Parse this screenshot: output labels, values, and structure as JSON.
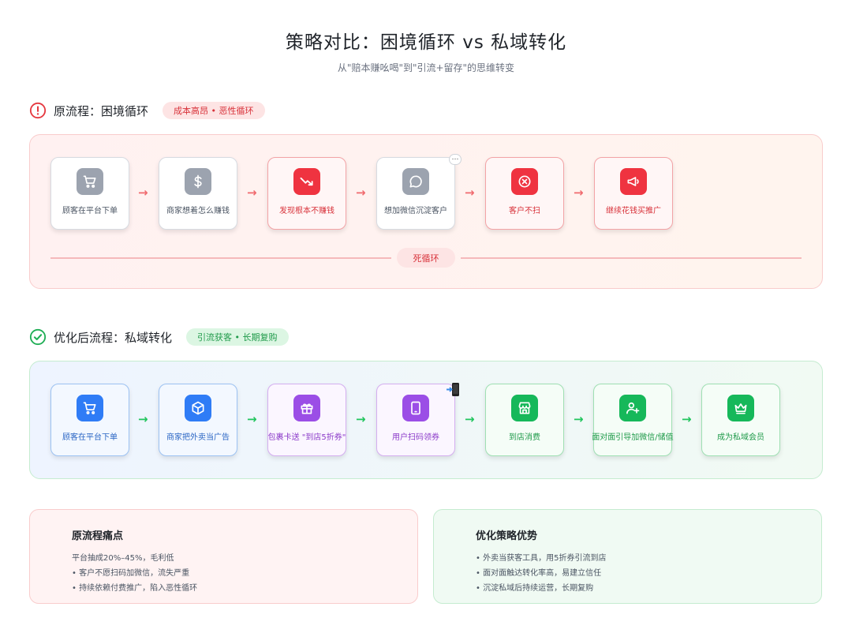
{
  "header": {
    "title": "策略对比：困境循环 vs 私域转化",
    "subtitle": "从\"赔本赚吆喝\"到\"引流+留存\"的思维转变"
  },
  "original": {
    "title": "原流程：困境循环",
    "tag": "成本高昂 • 恶性循环",
    "loop_label": "死循环",
    "nodes": [
      {
        "label": "顾客在平台下单",
        "icon": "cart-icon",
        "style": "gray"
      },
      {
        "label": "商家想着怎么赚钱",
        "icon": "dollar-icon",
        "style": "gray"
      },
      {
        "label": "发现根本不赚钱",
        "icon": "trend-down-icon",
        "style": "red"
      },
      {
        "label": "想加微信沉淀客户",
        "icon": "chat-icon",
        "style": "gray"
      },
      {
        "label": "客户不扫",
        "icon": "x-circle-icon",
        "style": "red"
      },
      {
        "label": "继续花钱买推广",
        "icon": "megaphone-icon",
        "style": "red"
      }
    ],
    "bubble": "…"
  },
  "optimized": {
    "title": "优化后流程：私域转化",
    "tag": "引流获客 • 长期复购",
    "nodes": [
      {
        "label": "顾客在平台下单",
        "icon": "cart-icon",
        "style": "blue"
      },
      {
        "label": "商家把外卖当广告",
        "icon": "box-icon",
        "style": "blue"
      },
      {
        "label": "包裹卡送 \"到店5折券\"",
        "icon": "gift-icon",
        "style": "purple"
      },
      {
        "label": "用户扫码领券",
        "icon": "tablet-icon",
        "style": "purple"
      },
      {
        "label": "到店消费",
        "icon": "store-icon",
        "style": "green"
      },
      {
        "label": "面对面引导加微信/储值",
        "icon": "user-plus-icon",
        "style": "green"
      },
      {
        "label": "成为私域会员",
        "icon": "crown-icon",
        "style": "green"
      }
    ]
  },
  "pain_points": {
    "title": "原流程痛点",
    "lines": [
      "平台抽成20%–45%，毛利低",
      "• 客户不愿扫码加微信，流失严重",
      "• 持续依赖付费推广，陷入恶性循环"
    ]
  },
  "advantages": {
    "title": "优化策略优势",
    "lines": [
      "• 外卖当获客工具，用5折券引流到店",
      "• 面对面触达转化率高，易建立信任",
      "• 沉淀私域后持续运营，长期复购"
    ]
  },
  "colors": {
    "red_accent": "#ef3340",
    "green_accent": "#16b85a",
    "blue_accent": "#2f7cf6",
    "purple_accent": "#9b4ee6",
    "gray_icon": "#9ca3af"
  }
}
